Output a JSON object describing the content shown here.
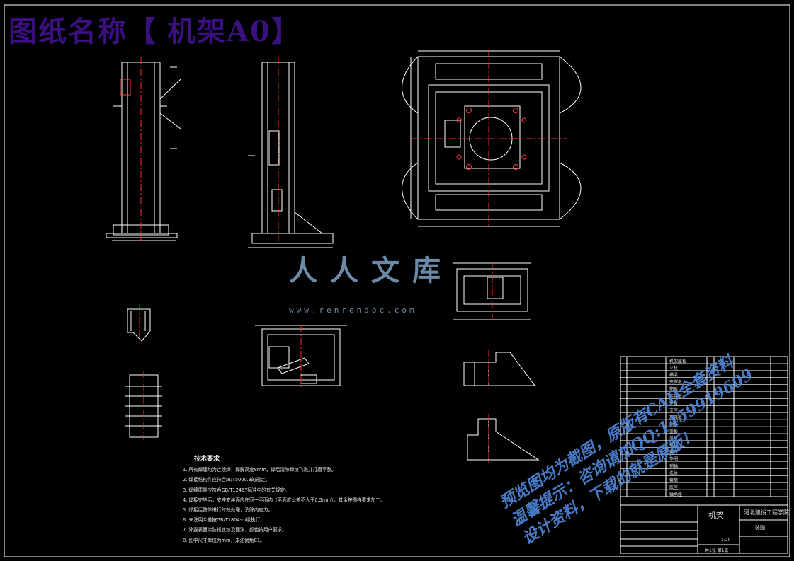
{
  "header": {
    "title_prefix": "图纸名称",
    "bracket_open": "【",
    "title_name": "机架A0",
    "bracket_close": "】"
  },
  "notes": {
    "heading": "技术要求",
    "items": [
      "1. 所有焊缝均为连续焊，焊脚高度8mm，焊后清除焊渣飞溅并打磨平整。",
      "2. 焊接结构件应符合JB/T5000.3的规定。",
      "3. 焊缝质量应符合GB/T12467标准中的有关规定。",
      "4. 焊接完毕后，支座安装面应在同一平面内（平面度公差不大于0.5mm），其余按图样要求加工。",
      "5. 焊接后整体进行时效处理，消除内应力。",
      "6. 未注明公差按GB/T1804-m级执行。",
      "7. 外露表面涂防锈底漆及面漆，颜色按用户要求。",
      "8. 图中尺寸单位为mm，未注倒角C1。"
    ]
  },
  "title_block": {
    "drawing_name": "机架",
    "company": "河北建设工程学院",
    "stage_label": "装配",
    "scale": "1:20",
    "sheet": "共1张 第1张",
    "rows": [
      "机架底板",
      "立柱",
      "横梁",
      "支撑板",
      "筋板",
      "连接板",
      "垫板",
      "支座",
      "加强板",
      "侧板",
      "盖板",
      "吊耳",
      "螺栓",
      "螺母",
      "垫圈",
      "销轴",
      "法兰",
      "套筒",
      "底座",
      "轴承座"
    ]
  },
  "watermark": {
    "logo": "人人文库",
    "url": "www.renrendoc.com",
    "lines": [
      "预览图均为截图，原版有CAD全套资料",
      "温馨提示：咨询请加QQ:1459919609",
      "设计资料，下载的就是原版！"
    ]
  },
  "colors": {
    "background": "#000000",
    "lines": "#ffffff",
    "centerline": "#ff2a2a",
    "title": "#3a1080",
    "watermark": "#4f86d8"
  }
}
